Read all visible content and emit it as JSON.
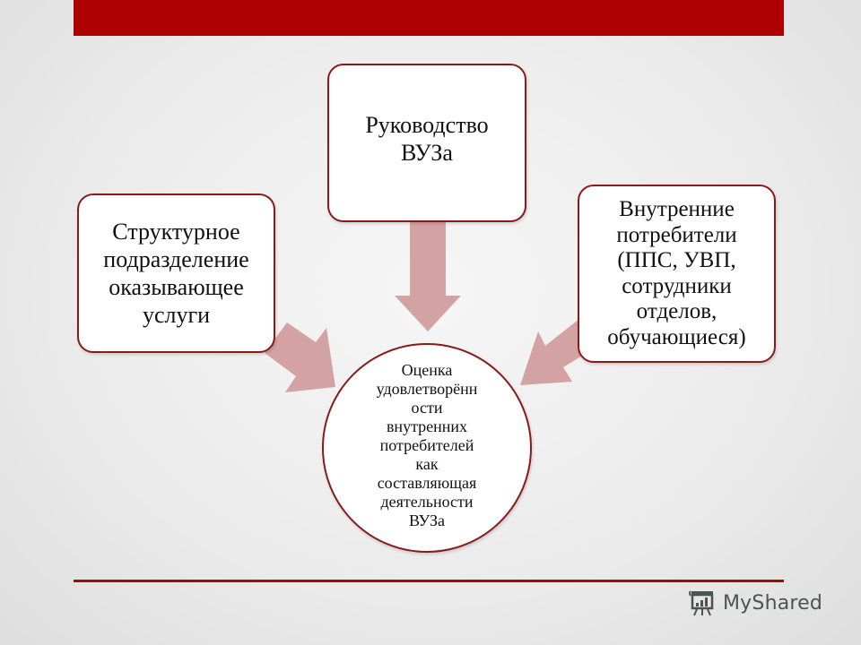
{
  "slide": {
    "colors": {
      "header_bar": "#ae0000",
      "border": "#8b1a1a",
      "arrow": "#d3a3a3",
      "footer_line": "#9e0b0b"
    }
  },
  "diagram": {
    "nodes": {
      "top": {
        "label": "Руководство\nВУЗа"
      },
      "left": {
        "label": "Структурное\nподразделение\nоказывающее\nуслуги"
      },
      "right": {
        "label": "Внутренние\nпотребители\n(ППС, УВП,\nсотрудники\nотделов,\nобучающиеся)"
      },
      "center": {
        "label": "Оценка\nудовлетворённ\nости\nвнутренних\nпотребителей\nкак\nсоставляющая\nдеятельности\nВУЗа"
      }
    },
    "edges": [
      {
        "from": "top",
        "to": "center"
      },
      {
        "from": "left",
        "to": "center"
      },
      {
        "from": "right",
        "to": "center"
      }
    ]
  },
  "watermark": {
    "icon": "presentation-board-icon",
    "text": "MyShared"
  }
}
